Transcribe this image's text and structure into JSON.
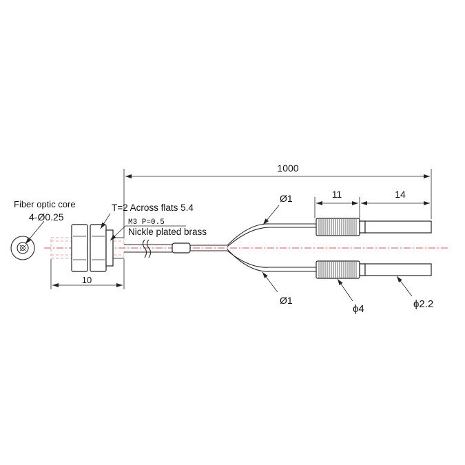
{
  "labels": {
    "core_title": "Fiber optic core",
    "core_spec": "4-Ø0.25",
    "nut_spec": "T=2 Across flats 5.4",
    "thread_spec": "M3 P=0.5",
    "material": "Nickle plated brass",
    "dim_total": "1000",
    "dim_connector_head": "11",
    "dim_connector_tail": "14",
    "dim_head_length": "10",
    "fiber_dia_top": "Ø1",
    "fiber_dia_bottom": "Ø1",
    "connector_dia": "ϕ4",
    "sleeve_dia": "ϕ2.2"
  },
  "colors": {
    "line": "#222222",
    "centerline": "#d9534f"
  }
}
